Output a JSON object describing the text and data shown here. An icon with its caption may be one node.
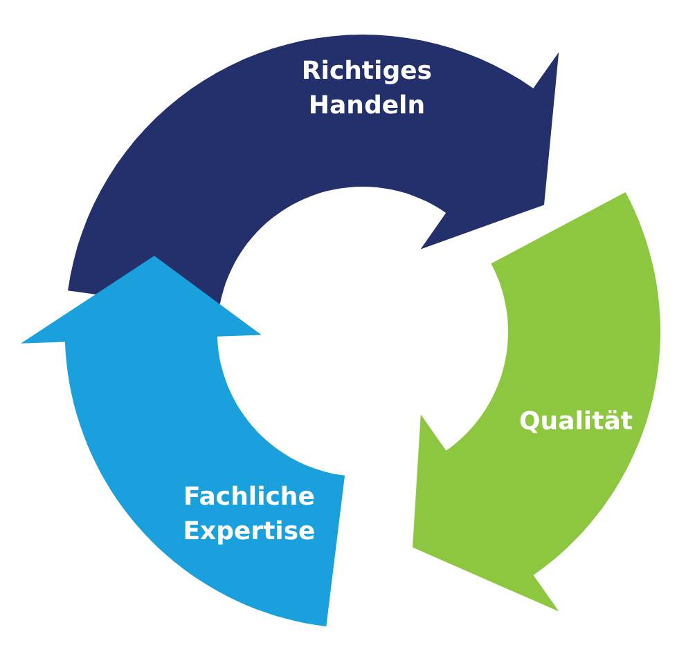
{
  "diagram": {
    "nodes": [
      {
        "text": [
          "Richtiges Handeln"
        ]
      },
      {
        "text": [
          "Qualität"
        ]
      },
      {
        "text": [
          "Fachliche Expertise"
        ]
      }
    ]
  }
}
